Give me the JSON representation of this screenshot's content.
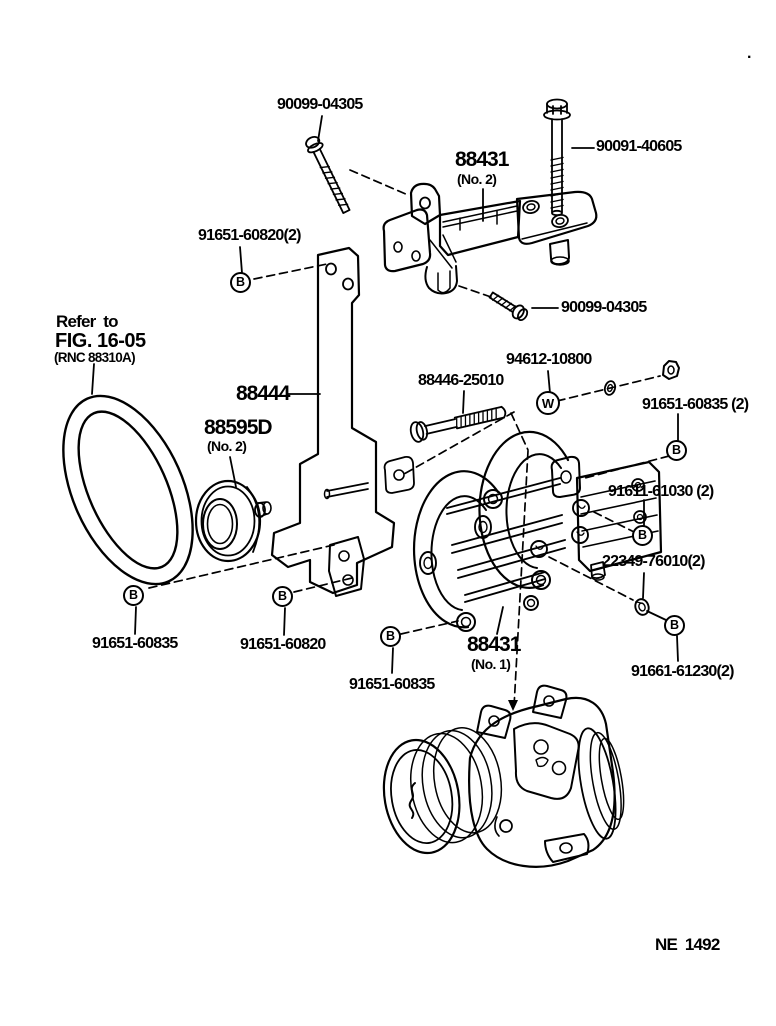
{
  "diagram": {
    "corner_mark": ".",
    "footer_code": "NE  1492",
    "ref_note": {
      "line1": "Refer  to",
      "line2": "FIG. 16-05",
      "line3": "(RNC 88310A)"
    },
    "labels": {
      "bolt_top": "90099-04305",
      "bolt_long": "90091-40605",
      "bracket2": "88431",
      "bracket2_sub": "(No. 2)",
      "bolt_right": "90099-04305",
      "nut_top_left": "91651-60820(2)",
      "plate": "88444",
      "pulley": "88595D",
      "pulley_sub": "(No. 2)",
      "washer_set": "94612-10800",
      "bolt_stud": "88446-25010",
      "nut_right": "91651-60835 (2)",
      "bolt_pair": "91611-61030 (2)",
      "stud_pair": "22349-76010(2)",
      "nut_lower_right": "91661-61230(2)",
      "nut_bottom_left": "91651-60835",
      "nut_bottom_mid": "91651-60820",
      "nut_bottom_center": "91651-60835",
      "bracket1": "88431",
      "bracket1_sub": "(No. 1)"
    },
    "callouts": {
      "b": "B",
      "w": "W"
    }
  }
}
